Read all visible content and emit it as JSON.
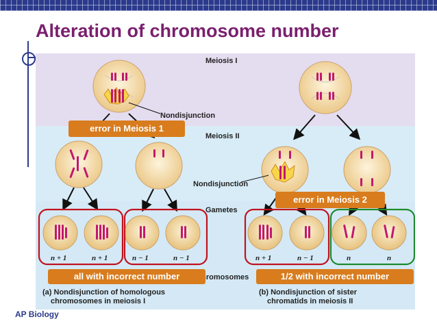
{
  "slide": {
    "title": "Alteration of chromosome number",
    "footer": "AP Biology"
  },
  "stages": {
    "meiosis1": "Meiosis I",
    "meiosis2": "Meiosis II",
    "gametes": "Gametes"
  },
  "annotations": {
    "nondisjunction_top": "Nondisjunction",
    "nondisjunction_right": "Nondisjunction",
    "number_of_chromosomes": "Number of chromosomes"
  },
  "gamete_labels": {
    "left": [
      "n + 1",
      "n + 1",
      "n − 1",
      "n − 1"
    ],
    "right": [
      "n + 1",
      "n − 1",
      "n",
      "n"
    ]
  },
  "captions": {
    "a": "(a) Nondisjunction of homologous\nchromosomes in meiosis I",
    "b": "(b) Nondisjunction of sister\nchromatids in meiosis II"
  },
  "callouts": {
    "error_m1": "error in Meiosis 1",
    "error_m2": "error in Meiosis 2",
    "all_incorrect": "all with incorrect number",
    "half_incorrect": "1/2 with incorrect number"
  },
  "colors": {
    "title": "#7a1f6e",
    "callout_bg": "#d87c1e",
    "box_red": "#c1121f",
    "box_green": "#1f8a2f",
    "chromosome": "#c2186f",
    "band_top": "#e4dcef",
    "band_mid": "#d8ecf7",
    "band_bot": "#d4e9f5"
  }
}
